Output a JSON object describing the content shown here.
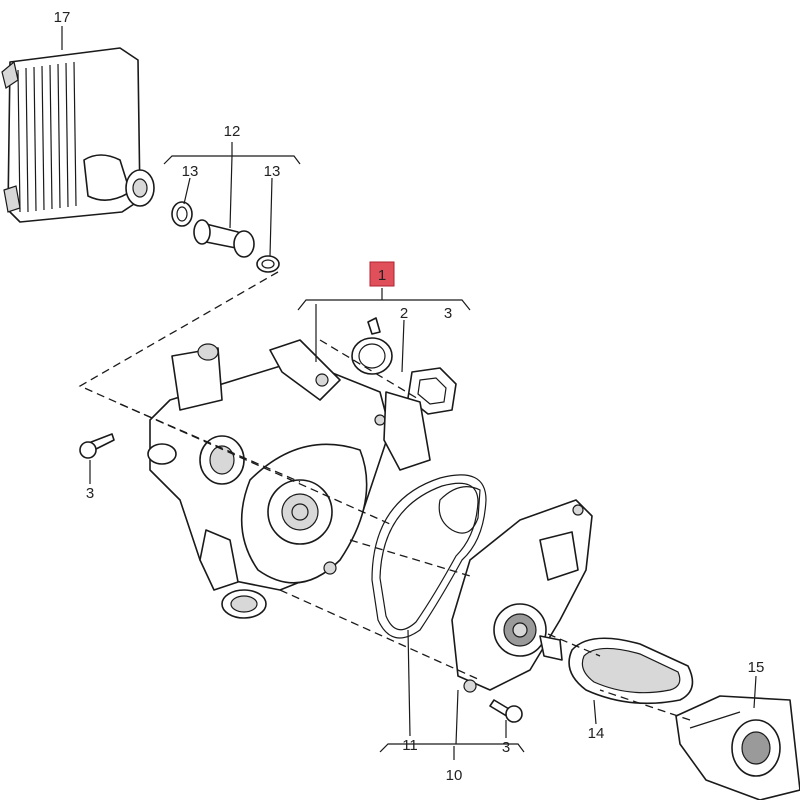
{
  "diagram": {
    "highlight_color": "#e0505a",
    "callouts": {
      "c1": "1",
      "c2": "2",
      "c3_top": "3",
      "c3_left": "3",
      "c3_bottom": "3",
      "c10": "10",
      "c11": "11",
      "c12": "12",
      "c13_left": "13",
      "c13_right": "13",
      "c14": "14",
      "c15": "15",
      "c17": "17"
    }
  }
}
